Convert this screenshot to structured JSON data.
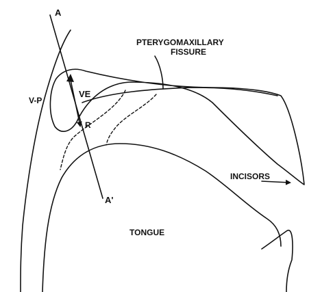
{
  "labels": {
    "axis_start": "A",
    "axis_end": "A'",
    "vp": "V-P",
    "ve": "VE",
    "r": "R",
    "pterygo_line1": "PTERYGOMAXILLARY",
    "pterygo_line2": "FISSURE",
    "incisors": "INCISORS",
    "tongue": "TONGUE"
  }
}
